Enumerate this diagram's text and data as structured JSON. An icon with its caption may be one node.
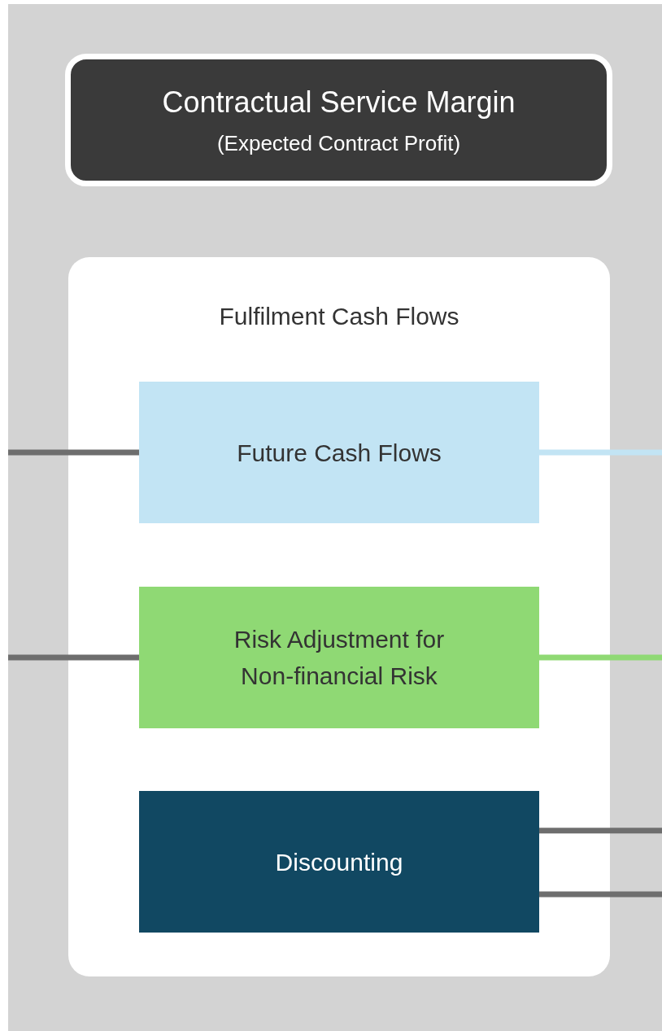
{
  "diagram": {
    "nodes": [
      {
        "text": [
          "Contractual Service Margin",
          "(Expected Contract Profit)"
        ]
      },
      {
        "text": [
          "Fulfilment Cash Flows"
        ]
      },
      {
        "text": [
          "Future Cash Flows"
        ],
        "in": 1
      },
      {
        "text": [
          "Risk Adjustment for Non-financial Risk"
        ],
        "in": 1
      },
      {
        "text": [
          "Discounting"
        ],
        "in": 1
      }
    ],
    "edges": [
      {
        "from": null,
        "to": 2,
        "arrow": "none"
      },
      {
        "from": 2,
        "to": null,
        "arrow": "none",
        "color": "#c2e4f4"
      },
      {
        "from": null,
        "to": 3,
        "arrow": "none"
      },
      {
        "from": 3,
        "to": null,
        "arrow": "none",
        "color": "#8fd974"
      },
      {
        "from": 4,
        "to": null,
        "arrow": "none"
      },
      {
        "from": 4,
        "to": null,
        "arrow": "none"
      }
    ]
  }
}
